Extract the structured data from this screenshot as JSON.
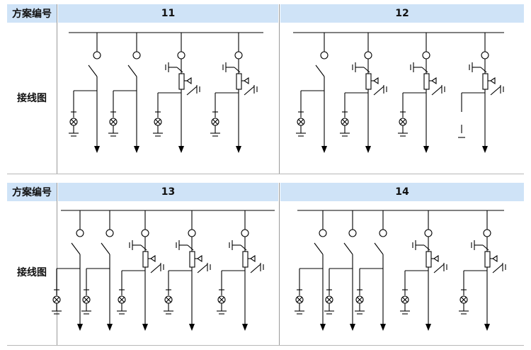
{
  "blocks": [
    {
      "header_label": "方案编号",
      "row_label": "接线图",
      "schemes": [
        {
          "id": "11",
          "feeders": [
            "switch",
            "switch",
            "ct",
            "ct"
          ]
        },
        {
          "id": "12",
          "feeders": [
            "switch",
            "ct",
            "ct",
            "ct-open"
          ]
        }
      ]
    },
    {
      "header_label": "方案编号",
      "row_label": "接线图",
      "schemes": [
        {
          "id": "13",
          "feeders": [
            "switch",
            "switch",
            "ct",
            "ct",
            "ct"
          ]
        },
        {
          "id": "14",
          "feeders": [
            "switch",
            "switch",
            "switch",
            "ct",
            "ct"
          ]
        }
      ]
    }
  ]
}
